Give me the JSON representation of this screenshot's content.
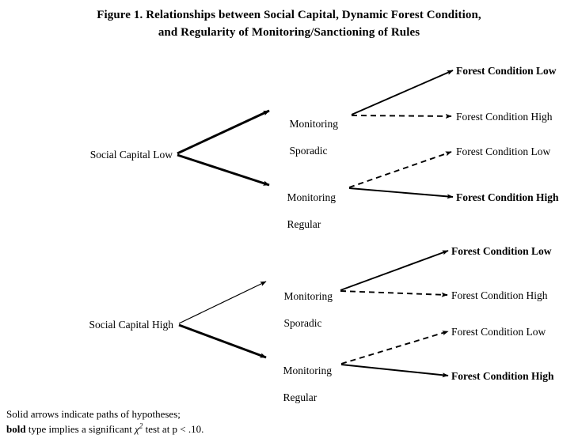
{
  "figure": {
    "title_line1": "Figure 1. Relationships between Social Capital, Dynamic Forest Condition,",
    "title_line2": "and Regularity of Monitoring/Sanctioning of Rules"
  },
  "nodes": {
    "social_capital_low": "Social Capital Low",
    "social_capital_high": "Social Capital High",
    "monitoring_sporadic_line1": "Monitoring",
    "monitoring_sporadic_line2": "Sporadic",
    "monitoring_regular_line1": "Monitoring",
    "monitoring_regular_line2": "Regular",
    "forest_condition_low": "Forest Condition Low",
    "forest_condition_high": "Forest Condition High"
  },
  "outcomes": [
    {
      "id": "o1",
      "label": "Forest Condition Low",
      "bold": true,
      "arrow": "solid"
    },
    {
      "id": "o2",
      "label": "Forest Condition High",
      "bold": false,
      "arrow": "dashed"
    },
    {
      "id": "o3",
      "label": "Forest Condition Low",
      "bold": false,
      "arrow": "dashed"
    },
    {
      "id": "o4",
      "label": "Forest Condition High",
      "bold": true,
      "arrow": "solid"
    },
    {
      "id": "o5",
      "label": "Forest Condition Low",
      "bold": true,
      "arrow": "solid"
    },
    {
      "id": "o6",
      "label": "Forest Condition High",
      "bold": false,
      "arrow": "dashed"
    },
    {
      "id": "o7",
      "label": "Forest Condition Low",
      "bold": false,
      "arrow": "dashed"
    },
    {
      "id": "o8",
      "label": "Forest Condition High",
      "bold": true,
      "arrow": "solid"
    }
  ],
  "legend": {
    "line1": "Solid arrows indicate paths of hypotheses;",
    "line2_bold": "bold",
    "line2_mid": " type implies a significant ",
    "line2_chi": "χ",
    "line2_sup": "2",
    "line2_tail": " test at p < .10."
  },
  "colors": {
    "ink": "#000000",
    "background": "#ffffff"
  }
}
